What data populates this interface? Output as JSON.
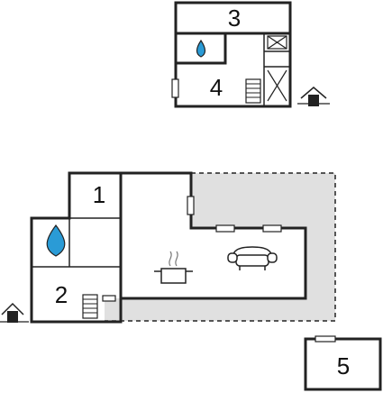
{
  "rooms": [
    {
      "id": "room-1",
      "label": "1"
    },
    {
      "id": "room-2",
      "label": "2"
    },
    {
      "id": "room-3",
      "label": "3"
    },
    {
      "id": "room-4",
      "label": "4"
    },
    {
      "id": "room-5",
      "label": "5"
    }
  ],
  "icons": [
    "water-drop-icon",
    "stairs-icon",
    "kitchen-icon",
    "sofa-icon",
    "entrance-house-icon",
    "storage-cross-icon",
    "window-icon"
  ],
  "colors": {
    "wall": "#222222",
    "terrace": "#e0e0e0",
    "water": "#2a9bd6",
    "window_fill": "#ffffff"
  }
}
